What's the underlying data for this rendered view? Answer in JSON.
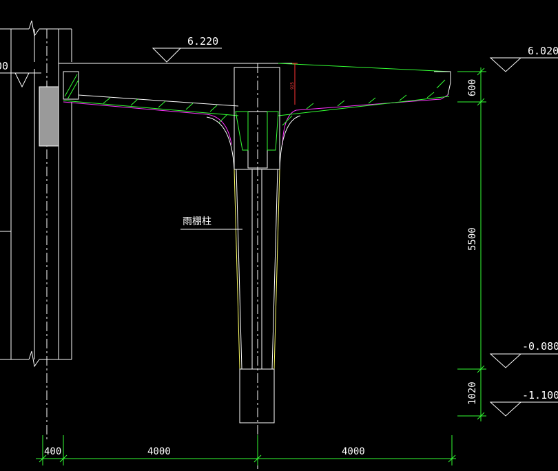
{
  "drawing": {
    "background": "#000000",
    "colors": {
      "outline": "#ffffff",
      "dimension": "#33ff33",
      "hatch": "#33ff33",
      "slab_edge": "#ff33ff",
      "column": "#ffff66",
      "note": "#ff3333"
    },
    "elevations": {
      "top_slab_left": "6.220",
      "top_right": "6.020",
      "ground": "-0.080",
      "bottom": "-1.100",
      "partial_left": "00"
    },
    "vertical_dims": {
      "slab": "600",
      "column": "5500",
      "footing": "1020"
    },
    "horizontal_dims": {
      "wall": "400",
      "left_span": "4000",
      "right_span": "4000"
    },
    "column_label": "雨棚柱",
    "small_note": "925"
  }
}
